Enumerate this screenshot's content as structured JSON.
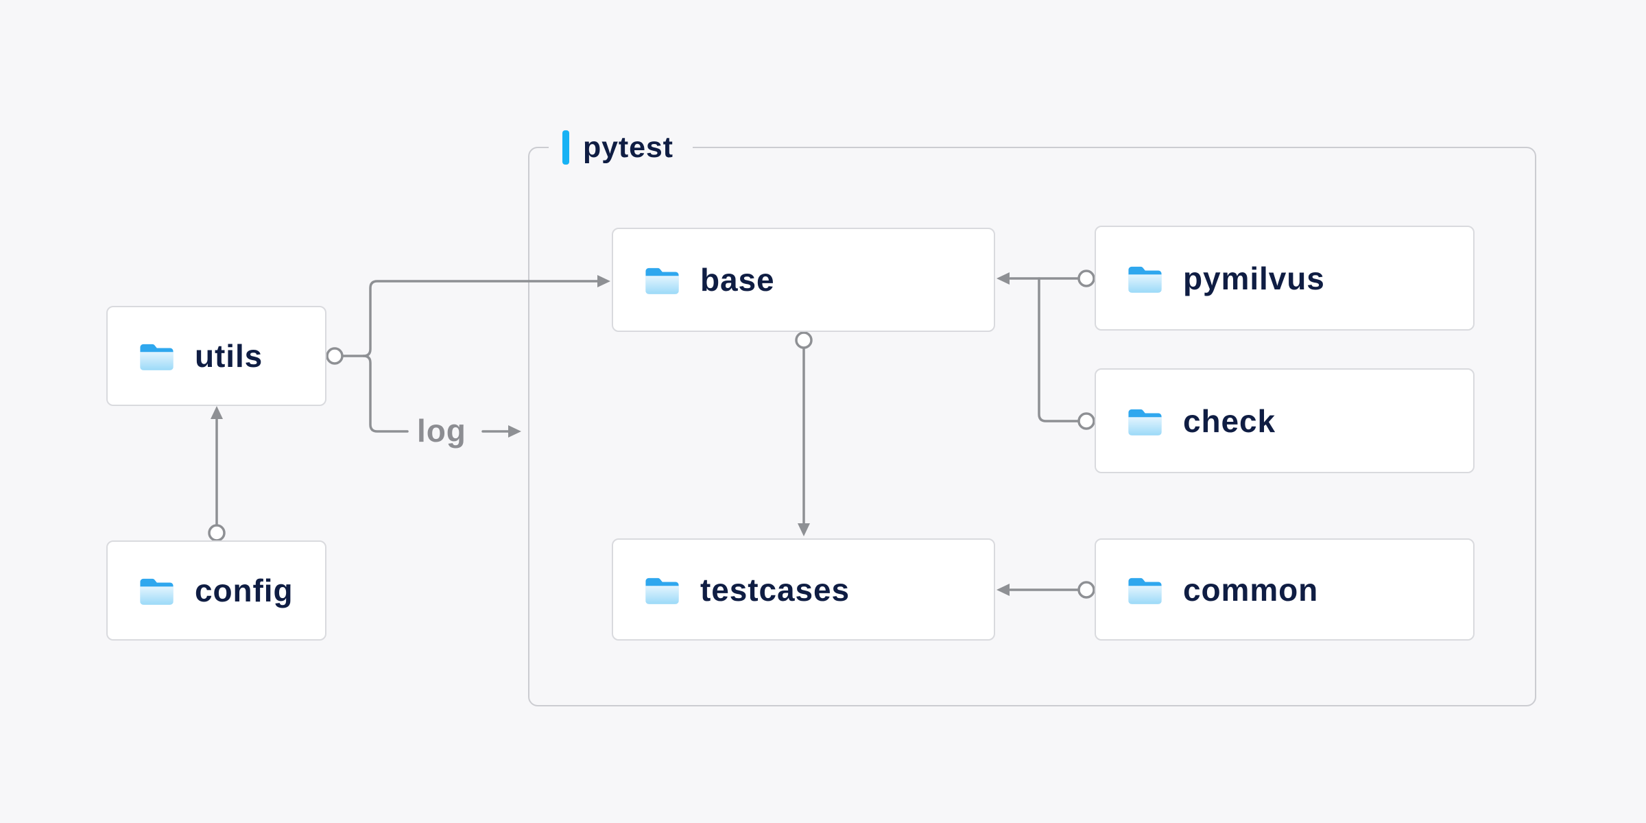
{
  "diagram": {
    "container_label": "pytest",
    "log_label": "log",
    "nodes": {
      "utils": {
        "label": "utils"
      },
      "config": {
        "label": "config"
      },
      "base": {
        "label": "base"
      },
      "pymilvus": {
        "label": "pymilvus"
      },
      "check": {
        "label": "check"
      },
      "testcases": {
        "label": "testcases"
      },
      "common": {
        "label": "common"
      }
    },
    "edges": [
      {
        "from": "config",
        "to": "utils"
      },
      {
        "from": "utils",
        "to": "base"
      },
      {
        "from": "utils",
        "to": "pytest",
        "label": "log"
      },
      {
        "from": "pymilvus",
        "to": "base"
      },
      {
        "from": "check",
        "to": "base"
      },
      {
        "from": "base",
        "to": "testcases"
      },
      {
        "from": "common",
        "to": "testcases"
      }
    ],
    "icons": {
      "node_icon": "folder-icon",
      "accent": "vertical-bar"
    },
    "colors": {
      "background": "#f7f7f9",
      "node_background": "#ffffff",
      "node_border": "#d9dade",
      "container_border": "#cbccd1",
      "text_dark": "#0f1d43",
      "text_gray": "#8c8d92",
      "line_gray": "#8e9094",
      "accent_blue": "#17b2f4",
      "folder_blue": "#2fa7ee"
    }
  }
}
